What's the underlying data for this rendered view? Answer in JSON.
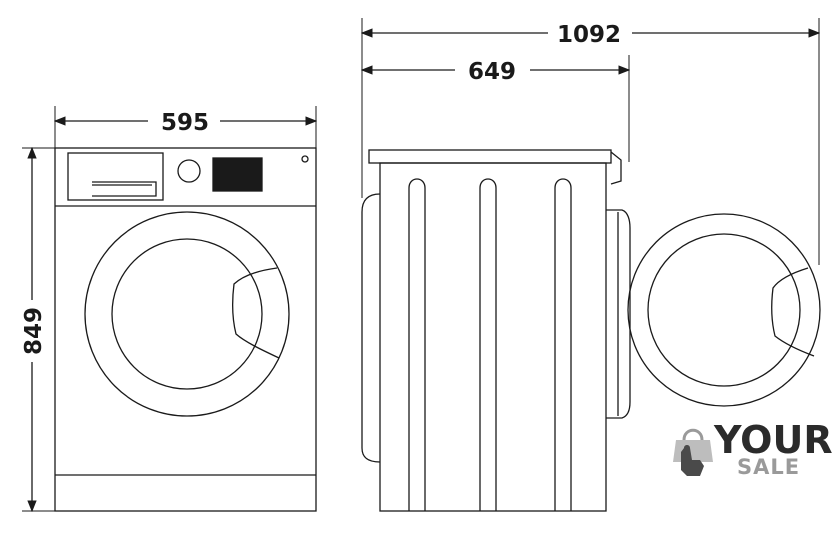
{
  "dimensions": {
    "width": "595",
    "height": "849",
    "depth": "649",
    "depth_door_open": "1092"
  },
  "watermark": {
    "word1": "YOUR",
    "word2": "SALE",
    "icon": "shopping-bag-hand-icon"
  },
  "colors": {
    "line": "#1a1a1a",
    "watermark_dark": "#2b2b2b",
    "watermark_light": "#9a9a9a"
  }
}
